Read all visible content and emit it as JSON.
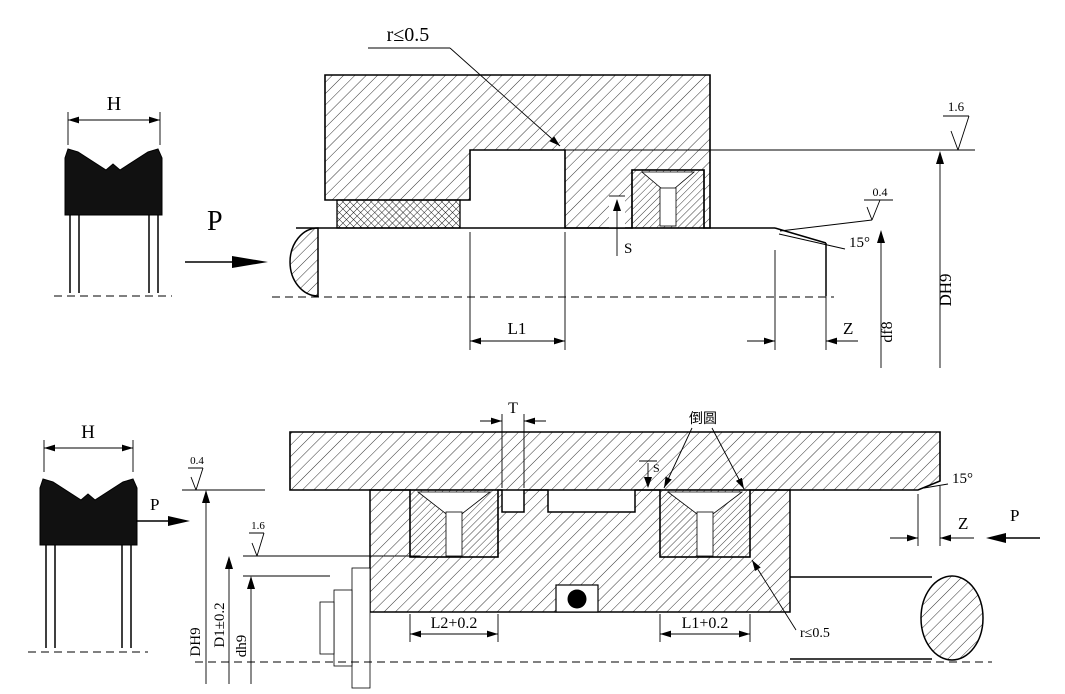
{
  "top_view": {
    "r_note": "r≤0.5",
    "seal_width": "H",
    "pressure": "P",
    "roughness_bore": "1.6",
    "roughness_rod": "0.4",
    "chamfer_angle": "15°",
    "clearance": "S",
    "groove_length": "L1",
    "chamfer_length": "Z",
    "bore_dia": "DH9",
    "rod_dia": "df8"
  },
  "bottom_view": {
    "seal_width": "H",
    "roughness_upper": "0.4",
    "pressure_left": "P",
    "roughness_lower": "1.6",
    "bore_dia": "DH9",
    "groove_dia": "D1±0.2",
    "rod_dia": "dh9",
    "spacer_width": "T",
    "clearance": "S",
    "fillet_note": "倒圆",
    "chamfer_angle": "15°",
    "chamfer_length": "Z",
    "pressure_right": "P",
    "groove2_length": "L2+0.2",
    "groove1_length": "L1+0.2",
    "r_note": "r≤0.5"
  }
}
